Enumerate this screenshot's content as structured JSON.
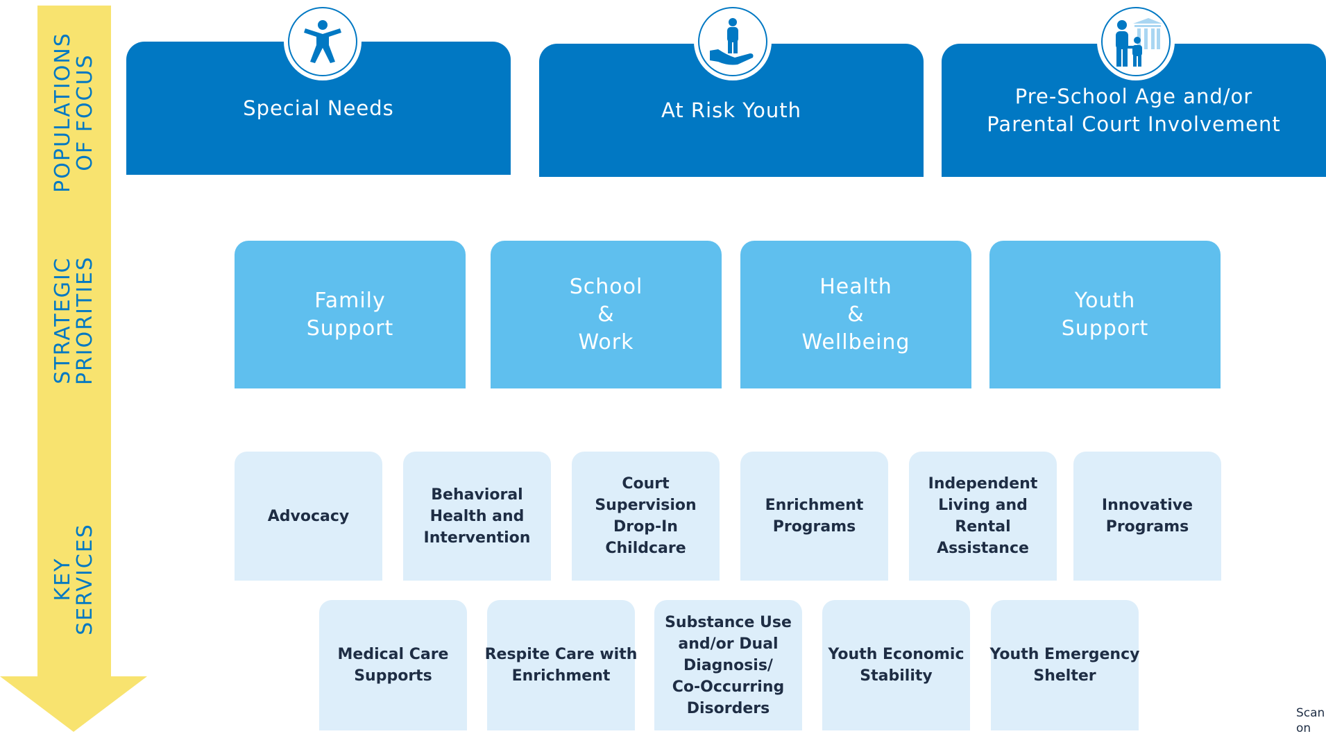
{
  "axis": {
    "populations": "POPULATIONS\nOF FOCUS",
    "priorities": "STRATEGIC\nPRIORITIES",
    "services": "KEY\nSERVICES",
    "arrow_color": "#f8e36f"
  },
  "populations": [
    {
      "label": "Special Needs",
      "icon": "accessibility-person-icon"
    },
    {
      "label": "At Risk Youth",
      "icon": "person-in-hand-icon"
    },
    {
      "label": "Pre-School Age and/or\nParental Court Involvement",
      "icon": "parent-child-courthouse-icon"
    }
  ],
  "priorities": [
    {
      "label": "Family\nSupport"
    },
    {
      "label": "School\n&\nWork"
    },
    {
      "label": "Health\n&\nWellbeing"
    },
    {
      "label": "Youth\nSupport"
    }
  ],
  "services_row1": [
    {
      "label": "Advocacy"
    },
    {
      "label": "Behavioral\nHealth and\nIntervention"
    },
    {
      "label": "Court\nSupervision\nDrop-In\nChildcare"
    },
    {
      "label": "Enrichment\nPrograms"
    },
    {
      "label": "Independent\nLiving and\nRental\nAssistance"
    },
    {
      "label": "Innovative\nPrograms"
    }
  ],
  "services_row2": [
    {
      "label": "Medical Care\nSupports"
    },
    {
      "label": "Respite Care with\nEnrichment"
    },
    {
      "label": "Substance Use\nand/or Dual\nDiagnosis/\nCo-Occurring\nDisorders"
    },
    {
      "label": "Youth Economic\nStability"
    },
    {
      "label": "Youth Emergency\nShelter"
    }
  ],
  "footer": {
    "scan_note": "Scan\non"
  },
  "colors": {
    "population": "#0178c3",
    "priority": "#5fbfee",
    "service": "#ddeefa",
    "service_text": "#1e2d44"
  }
}
